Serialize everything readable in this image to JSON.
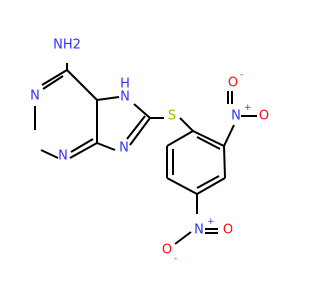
{
  "molecule": {
    "atoms": {
      "amine": "NH2",
      "n1": "N",
      "n3": "N",
      "n7h": "H",
      "n7": "N",
      "n9": "N",
      "s": "S",
      "no2_a_n": "N",
      "no2_a_plus": "+",
      "no2_a_o_top": "O",
      "no2_a_o_top_minus": "-",
      "no2_a_o_right": "O",
      "no2_b_n": "N",
      "no2_b_plus": "+",
      "no2_b_o_left": "O",
      "no2_b_o_left_minus": "-",
      "no2_b_o_right": "O"
    },
    "colors": {
      "carbon": "#000000",
      "nitrogen": "#3333ff",
      "oxygen": "#ff0d0d",
      "sulfur": "#b2b200"
    }
  }
}
